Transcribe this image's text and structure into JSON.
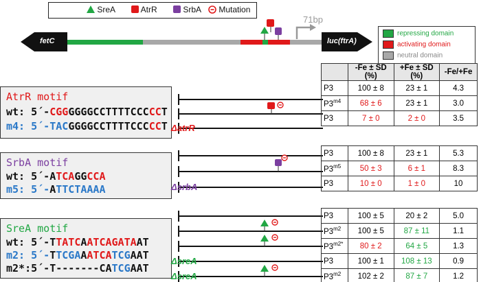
{
  "legend": {
    "items": [
      {
        "label": "SreA",
        "icon": "green-triangle-icon",
        "color": "#22a744"
      },
      {
        "label": "AtrR",
        "icon": "red-square-icon",
        "color": "#e0191a"
      },
      {
        "label": "SrbA",
        "icon": "purple-square-icon",
        "color": "#7b3fa0"
      },
      {
        "label": "Mutation",
        "icon": "mutation-circle-icon",
        "color": "#e0191a"
      }
    ]
  },
  "locus": {
    "left_gene": "fetC",
    "right_gene": "luc(ftrA)",
    "distance_label": "71bp"
  },
  "domain_legend": {
    "items": [
      {
        "label": "repressing domain",
        "color": "#22a744"
      },
      {
        "label": "activating domain",
        "color": "#e0191a"
      },
      {
        "label": "neutral domain",
        "color": "#a8a8a8"
      }
    ]
  },
  "motifs": [
    {
      "title": "AtrR motif",
      "title_color": "#e0191a",
      "rows": [
        {
          "prefix": "wt: 5´-",
          "segments": [
            {
              "t": "CGG",
              "c": "red"
            },
            {
              "t": "GGGGCCTTTTCCC",
              "c": ""
            },
            {
              "t": "CC",
              "c": "red"
            },
            {
              "t": "T",
              "c": ""
            }
          ]
        },
        {
          "prefix": "m4: 5´-",
          "prefix_color": "blue",
          "segments": [
            {
              "t": "TAC",
              "c": "blue"
            },
            {
              "t": "GGGGCCTTTTCCC",
              "c": ""
            },
            {
              "t": "CC",
              "c": "red"
            },
            {
              "t": "T",
              "c": ""
            }
          ]
        }
      ]
    },
    {
      "title": "SrbA motif",
      "title_color": "#7b3fa0",
      "rows": [
        {
          "prefix": "wt: 5´-",
          "segments": [
            {
              "t": "A",
              "c": ""
            },
            {
              "t": "TCA",
              "c": "red"
            },
            {
              "t": "GG",
              "c": ""
            },
            {
              "t": "CCA",
              "c": "red"
            }
          ]
        },
        {
          "prefix": "m5: 5´-",
          "prefix_color": "blue",
          "segments": [
            {
              "t": "A",
              "c": ""
            },
            {
              "t": "TTCTAAAA",
              "c": "blue"
            }
          ]
        }
      ]
    },
    {
      "title": "SreA motif",
      "title_color": "#22a744",
      "rows": [
        {
          "prefix": "wt: 5´-",
          "segments": [
            {
              "t": "T",
              "c": ""
            },
            {
              "t": "TATC",
              "c": "red"
            },
            {
              "t": "A",
              "c": ""
            },
            {
              "t": "ATC",
              "c": "red"
            },
            {
              "t": "AGATA",
              "c": "red"
            },
            {
              "t": "AT",
              "c": ""
            }
          ]
        },
        {
          "prefix": "m2: 5´-",
          "prefix_color": "blue",
          "segments": [
            {
              "t": "T",
              "c": ""
            },
            {
              "t": "TCGA",
              "c": "blue"
            },
            {
              "t": "A",
              "c": ""
            },
            {
              "t": "ATCA",
              "c": "red"
            },
            {
              "t": "TCG",
              "c": "blue"
            },
            {
              "t": "AAT",
              "c": ""
            }
          ]
        },
        {
          "prefix": "m2*:5´-",
          "segments": [
            {
              "t": "T-------CA",
              "c": ""
            },
            {
              "t": "TCG",
              "c": "blue"
            },
            {
              "t": "AAT",
              "c": ""
            }
          ]
        }
      ]
    }
  ],
  "deletion_labels": [
    "ΔatrR",
    "ΔsrbA",
    "ΔsreA",
    "ΔsreA"
  ],
  "table": {
    "headers": [
      "-Fe ± SD (%)",
      "+Fe ± SD (%)",
      "-Fe/+Fe"
    ],
    "groups": [
      {
        "rows": [
          {
            "name": "P3",
            "sup": "",
            "minus": "100 ± 8",
            "minus_color": "",
            "plus": "23 ± 1",
            "plus_color": "",
            "ratio": "4.3"
          },
          {
            "name": "P3",
            "sup": "m4",
            "minus": "68 ± 6",
            "minus_color": "red",
            "plus": "23 ± 1",
            "plus_color": "",
            "ratio": "3.0"
          },
          {
            "name": "P3",
            "sup": "",
            "minus": "7 ± 0",
            "minus_color": "red",
            "plus": "2 ± 0",
            "plus_color": "red",
            "ratio": "3.5"
          }
        ]
      },
      {
        "rows": [
          {
            "name": "P3",
            "sup": "",
            "minus": "100 ± 8",
            "minus_color": "",
            "plus": "23 ± 1",
            "plus_color": "",
            "ratio": "5.3"
          },
          {
            "name": "P3",
            "sup": "m5",
            "minus": "50 ± 3",
            "minus_color": "red",
            "plus": "6 ± 1",
            "plus_color": "red",
            "ratio": "8.3"
          },
          {
            "name": "P3",
            "sup": "",
            "minus": "10 ± 0",
            "minus_color": "red",
            "plus": "1 ± 0",
            "plus_color": "red",
            "ratio": "10"
          }
        ]
      },
      {
        "rows": [
          {
            "name": "P3",
            "sup": "",
            "minus": "100 ± 5",
            "minus_color": "",
            "plus": "20 ± 2",
            "plus_color": "",
            "ratio": "5.0"
          },
          {
            "name": "P3",
            "sup": "m2",
            "minus": "100 ± 5",
            "minus_color": "",
            "plus": "87 ± 11",
            "plus_color": "green",
            "ratio": "1.1"
          },
          {
            "name": "P3",
            "sup": "m2*",
            "minus": "80 ± 2",
            "minus_color": "red",
            "plus": "64 ± 5",
            "plus_color": "green",
            "ratio": "1.3"
          },
          {
            "name": "P3",
            "sup": "",
            "minus": "100 ± 1",
            "minus_color": "",
            "plus": "108 ± 13",
            "plus_color": "green",
            "ratio": "0.9"
          },
          {
            "name": "P3",
            "sup": "m2",
            "minus": "102 ± 2",
            "minus_color": "",
            "plus": "87 ± 7",
            "plus_color": "green",
            "ratio": "1.2"
          }
        ]
      }
    ]
  },
  "colors": {
    "green": "#22a744",
    "red": "#e0191a",
    "purple": "#7b3fa0",
    "blue": "#2a78c8",
    "grey": "#a8a8a8"
  }
}
